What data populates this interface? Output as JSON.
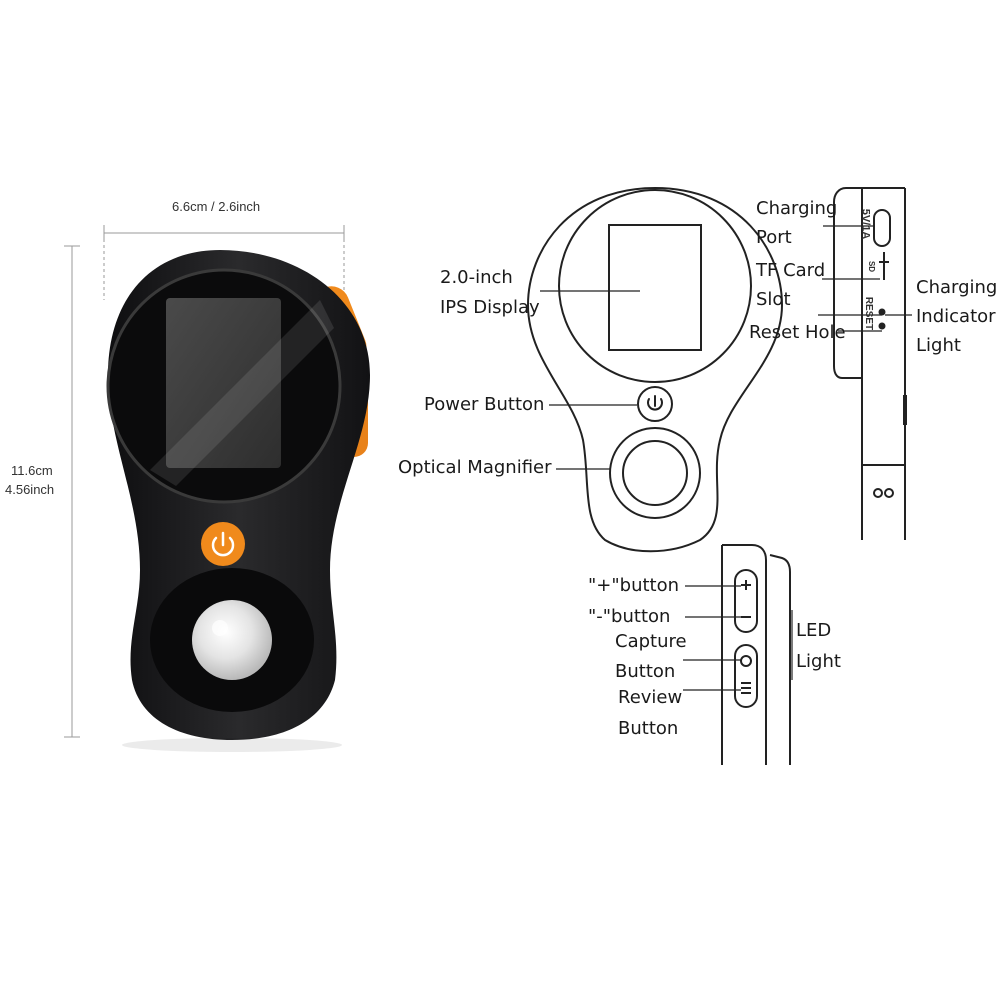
{
  "dimensions": {
    "width": "6.6cm / 2.6inch",
    "height_cm": "11.6cm",
    "height_in": "4.56inch"
  },
  "labels": {
    "display_1": "2.0-inch",
    "display_2": "IPS Display",
    "power": "Power Button",
    "magnifier": "Optical Magnifier",
    "charging_port_1": "Charging",
    "charging_port_2": "Port",
    "tf_1": "TF Card",
    "tf_2": "Slot",
    "reset": "Reset Hole",
    "indicator_1": "Charging",
    "indicator_2": "Indicator",
    "indicator_3": "Light",
    "plus": "\"+\"button",
    "minus": "\"-\"button",
    "capture_1": "Capture",
    "capture_2": "Button",
    "review_1": "Review",
    "review_2": "Button",
    "led_1": "LED",
    "led_2": "Light"
  },
  "side_text": {
    "port_mark": "5V/1A",
    "reset_mark": "RESET",
    "tf_mark": "SD"
  },
  "colors": {
    "accent": "#f08a1c",
    "body": "#1c1c1e",
    "line": "#222222"
  }
}
